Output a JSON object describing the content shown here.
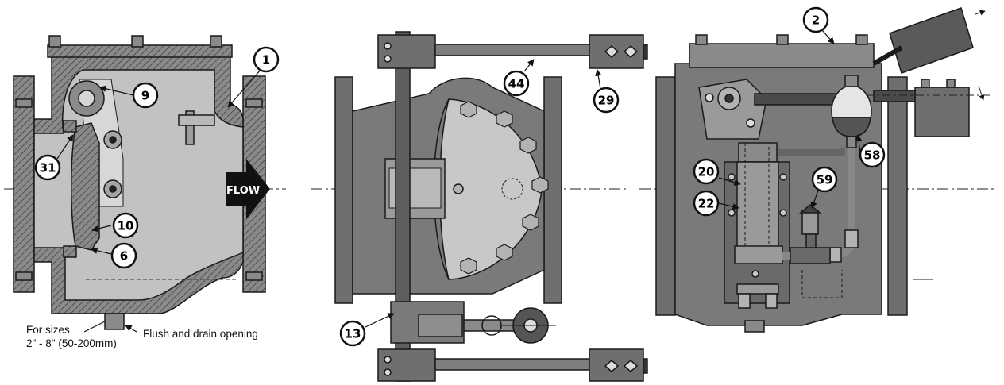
{
  "callouts": {
    "c1": "1",
    "c2": "2",
    "c6": "6",
    "c9": "9",
    "c10": "10",
    "c13": "13",
    "c20": "20",
    "c22": "22",
    "c29": "29",
    "c31": "31",
    "c44": "44",
    "c58": "58",
    "c59": "59"
  },
  "labels": {
    "flow": "FLOW",
    "sizes_line1": "For sizes",
    "sizes_line2": "2\" - 8\" (50-200mm)",
    "drain": "Flush and drain opening"
  },
  "colors": {
    "body": "#7a7a7a",
    "body_light": "#bdbdbd",
    "outline": "#1a1a1a",
    "arrow": "#111111"
  }
}
